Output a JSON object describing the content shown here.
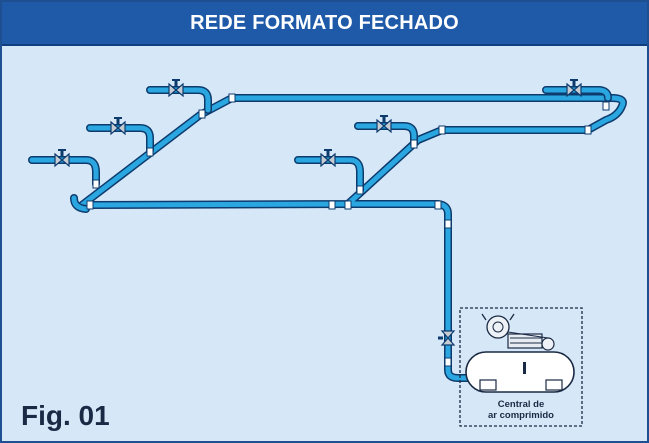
{
  "header": {
    "title": "REDE FORMATO FECHADO"
  },
  "figure": {
    "label": "Fig. 01"
  },
  "compressor": {
    "label_line1": "Central de",
    "label_line2": "ar comprimido"
  },
  "colors": {
    "header": "#1e5aa8",
    "background": "#d6e7f7",
    "pipe": "#2aa7e0",
    "pipe_dark": "#0d3b6e",
    "valve": "#cfd4da"
  }
}
